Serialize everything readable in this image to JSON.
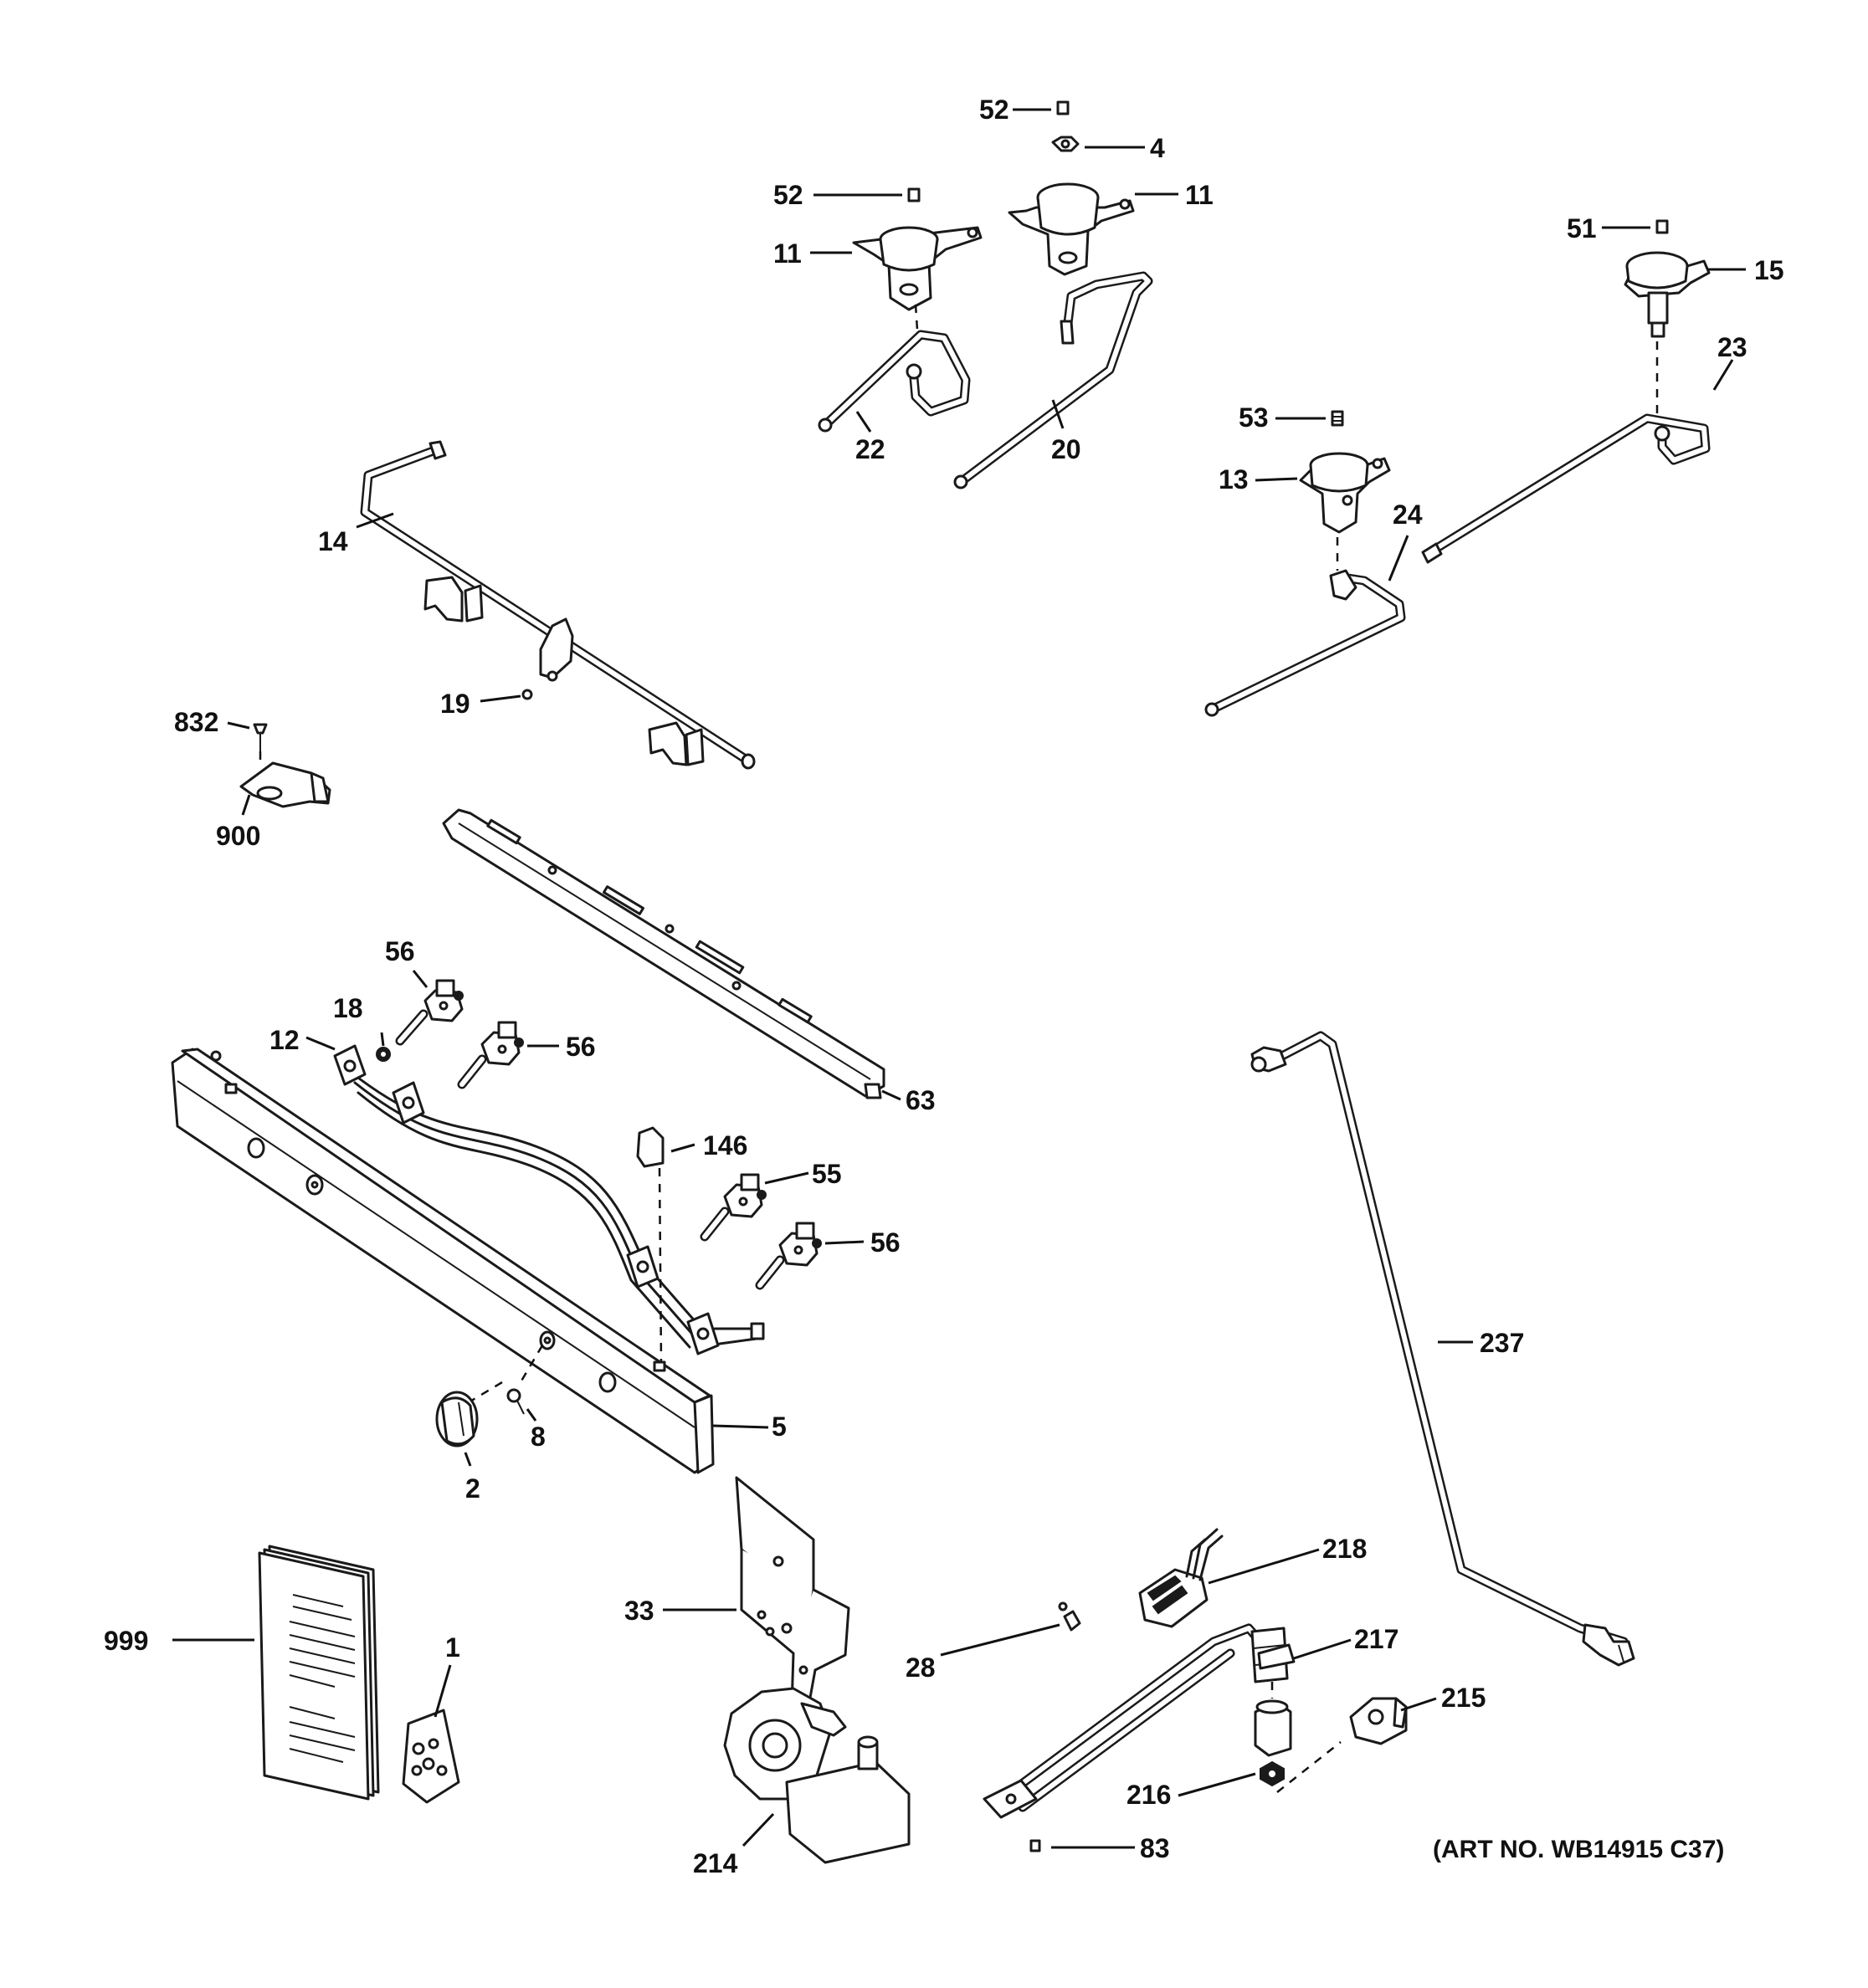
{
  "art_number": "(ART NO. WB14915 C37)",
  "callouts": {
    "c52a": "52",
    "c4": "4",
    "c52b": "52",
    "c11a": "11",
    "c11b": "11",
    "c51": "51",
    "c15": "15",
    "c23": "23",
    "c53": "53",
    "c13": "13",
    "c24": "24",
    "c22": "22",
    "c20": "20",
    "c14": "14",
    "c19": "19",
    "c832": "832",
    "c900": "900",
    "c56a": "56",
    "c18": "18",
    "c12": "12",
    "c56b": "56",
    "c63": "63",
    "c146": "146",
    "c55": "55",
    "c56c": "56",
    "c237": "237",
    "c5": "5",
    "c8": "8",
    "c2": "2",
    "c218": "218",
    "c999": "999",
    "c1": "1",
    "c33": "33",
    "c28": "28",
    "c217": "217",
    "c215": "215",
    "c216": "216",
    "c214": "214",
    "c83": "83"
  }
}
